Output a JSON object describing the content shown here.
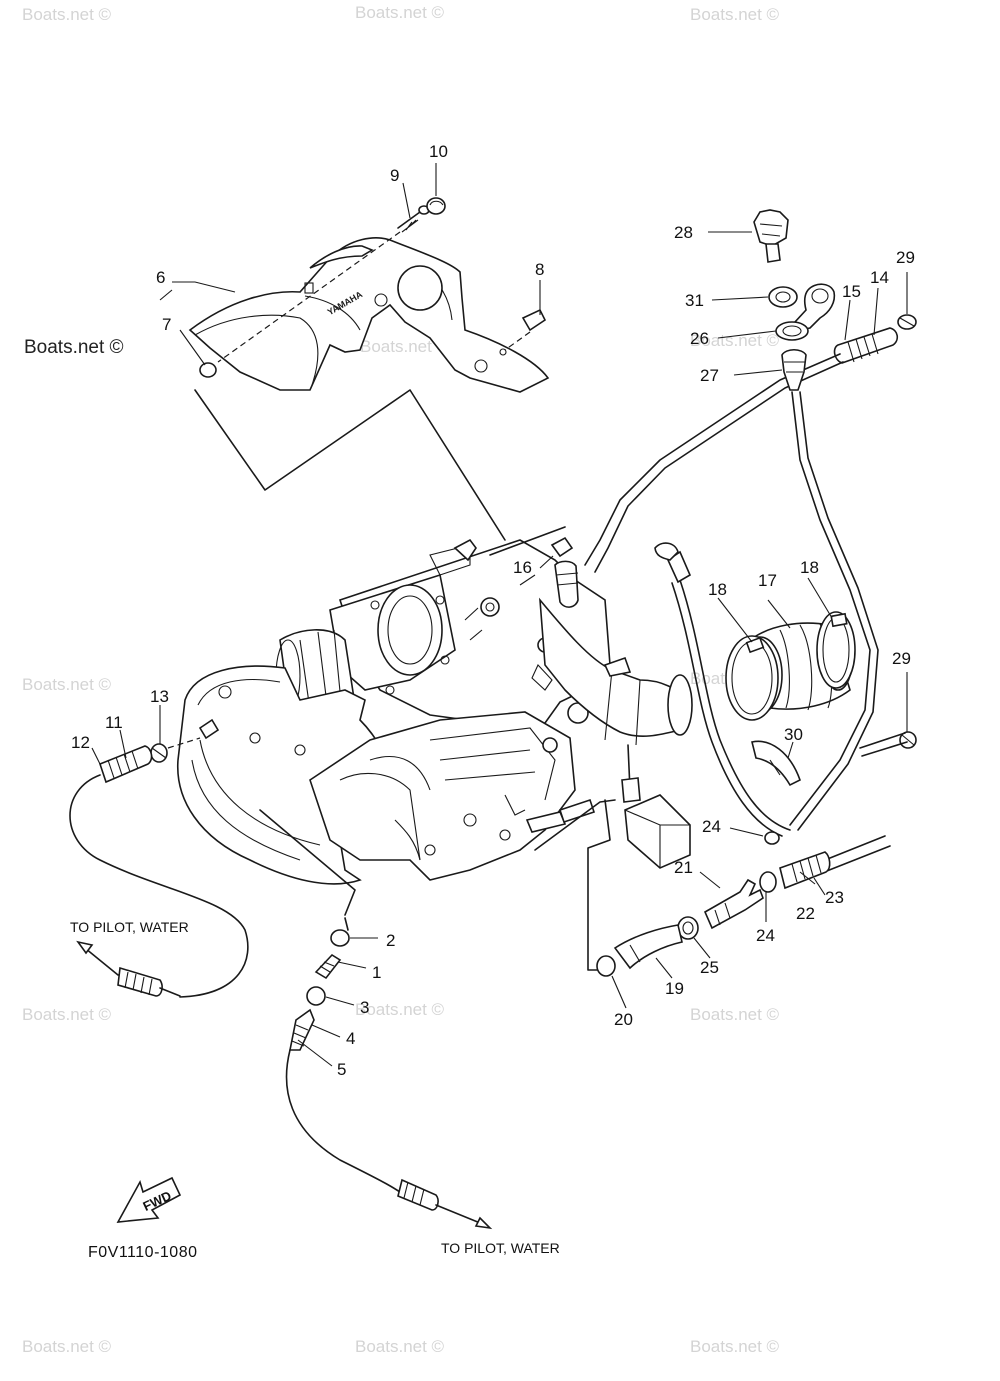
{
  "watermark": "Boats.net ©",
  "figure_code": "F0V1110-1080",
  "direction_badge": "FWD",
  "cover_logo": "YAMAHA",
  "annotations": {
    "to_pilot_left": "TO PILOT, WATER",
    "to_pilot_bottom": "TO PILOT, WATER"
  },
  "callouts": {
    "c1": "1",
    "c2": "2",
    "c3": "3",
    "c4": "4",
    "c5": "5",
    "c6": "6",
    "c7": "7",
    "c8": "8",
    "c9": "9",
    "c10": "10",
    "c11": "11",
    "c12": "12",
    "c13": "13",
    "c14": "14",
    "c15": "15",
    "c16": "16",
    "c17": "17",
    "c18a": "18",
    "c18b": "18",
    "c19": "19",
    "c20": "20",
    "c21": "21",
    "c22": "22",
    "c23": "23",
    "c24a": "24",
    "c24b": "24",
    "c25": "25",
    "c26": "26",
    "c27": "27",
    "c28": "28",
    "c29a": "29",
    "c29b": "29",
    "c30": "30",
    "c31": "31"
  }
}
